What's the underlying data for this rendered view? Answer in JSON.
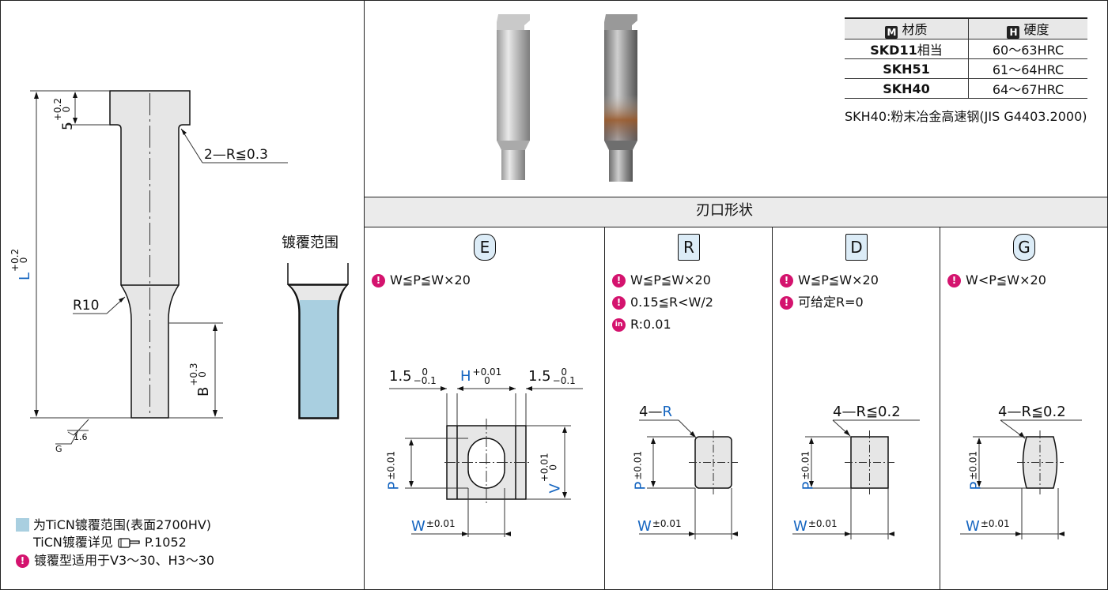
{
  "left_panel": {
    "label_5": "5",
    "tol_5_top": "+0.2",
    "tol_5_bottom": "0",
    "corner_note": "2—R≦0.3",
    "label_L": "L",
    "tol_L_top": "+0.2",
    "tol_L_bottom": "0",
    "label_R10": "R10",
    "label_B": "B",
    "tol_B_top": "+0.3",
    "tol_B_bottom": "0",
    "roughness": "1.6",
    "roughness_G": "G",
    "coating_range_title": "镀覆范围",
    "legend_square_color": "#a9cfe0",
    "legend_text": "为TiCN镀覆范围(表面2700HV)",
    "legend_ref": "TiCN镀覆详见",
    "legend_ref_icon": "pointing-hand-icon",
    "legend_ref_page": "P.1052",
    "coating_note": "镀覆型适用于V3～30、H3～30"
  },
  "materials": {
    "header_material_badge": "M",
    "header_material": "材质",
    "header_hardness_badge": "H",
    "header_hardness": "硬度",
    "rows": [
      {
        "material": "SKD11",
        "suffix": "相当",
        "hardness": "60～63HRC"
      },
      {
        "material": "SKH51",
        "suffix": "",
        "hardness": "61～64HRC"
      },
      {
        "material": "SKH40",
        "suffix": "",
        "hardness": "64～67HRC"
      }
    ],
    "note": "SKH40:粉末冶金高速钢(JIS G4403.2000)"
  },
  "section_title": "刃口形状",
  "shapes": {
    "E": {
      "tag": "E",
      "cond1": "W≦P≦W×20",
      "dim_15": "1.5",
      "dim_15_top": "0",
      "dim_15_bottom": "−0.1",
      "dim_H": "H",
      "dim_H_top": "+0.01",
      "dim_H_bottom": "0",
      "dim_P": "P",
      "dim_P_tol": "±0.01",
      "dim_V": "V",
      "dim_V_top": "+0.01",
      "dim_V_bottom": "0",
      "dim_W": "W",
      "dim_W_tol": "±0.01"
    },
    "R": {
      "tag": "R",
      "cond1": "W≦P≦W×20",
      "cond2": "0.15≦R<W/2",
      "cond3": "R:0.01",
      "corner_prefix": "4—",
      "corner_R": "R",
      "dim_P": "P",
      "dim_P_tol": "±0.01",
      "dim_W": "W",
      "dim_W_tol": "±0.01"
    },
    "D": {
      "tag": "D",
      "cond1": "W≦P≦W×20",
      "cond2": "可给定R=0",
      "corner": "4—R≦0.2",
      "dim_P": "P",
      "dim_P_tol": "±0.01",
      "dim_W": "W",
      "dim_W_tol": "±0.01"
    },
    "G": {
      "tag": "G",
      "cond1": "W<P≦W×20",
      "corner": "4—R≦0.2",
      "dim_P": "P",
      "dim_P_tol": "±0.01",
      "dim_W": "W",
      "dim_W_tol": "±0.01"
    }
  },
  "colors": {
    "accent_magenta": "#d4136e",
    "dimension_blue": "#1565c0",
    "coating_blue": "#a9cfe0",
    "part_gray": "#e6e6e6"
  }
}
